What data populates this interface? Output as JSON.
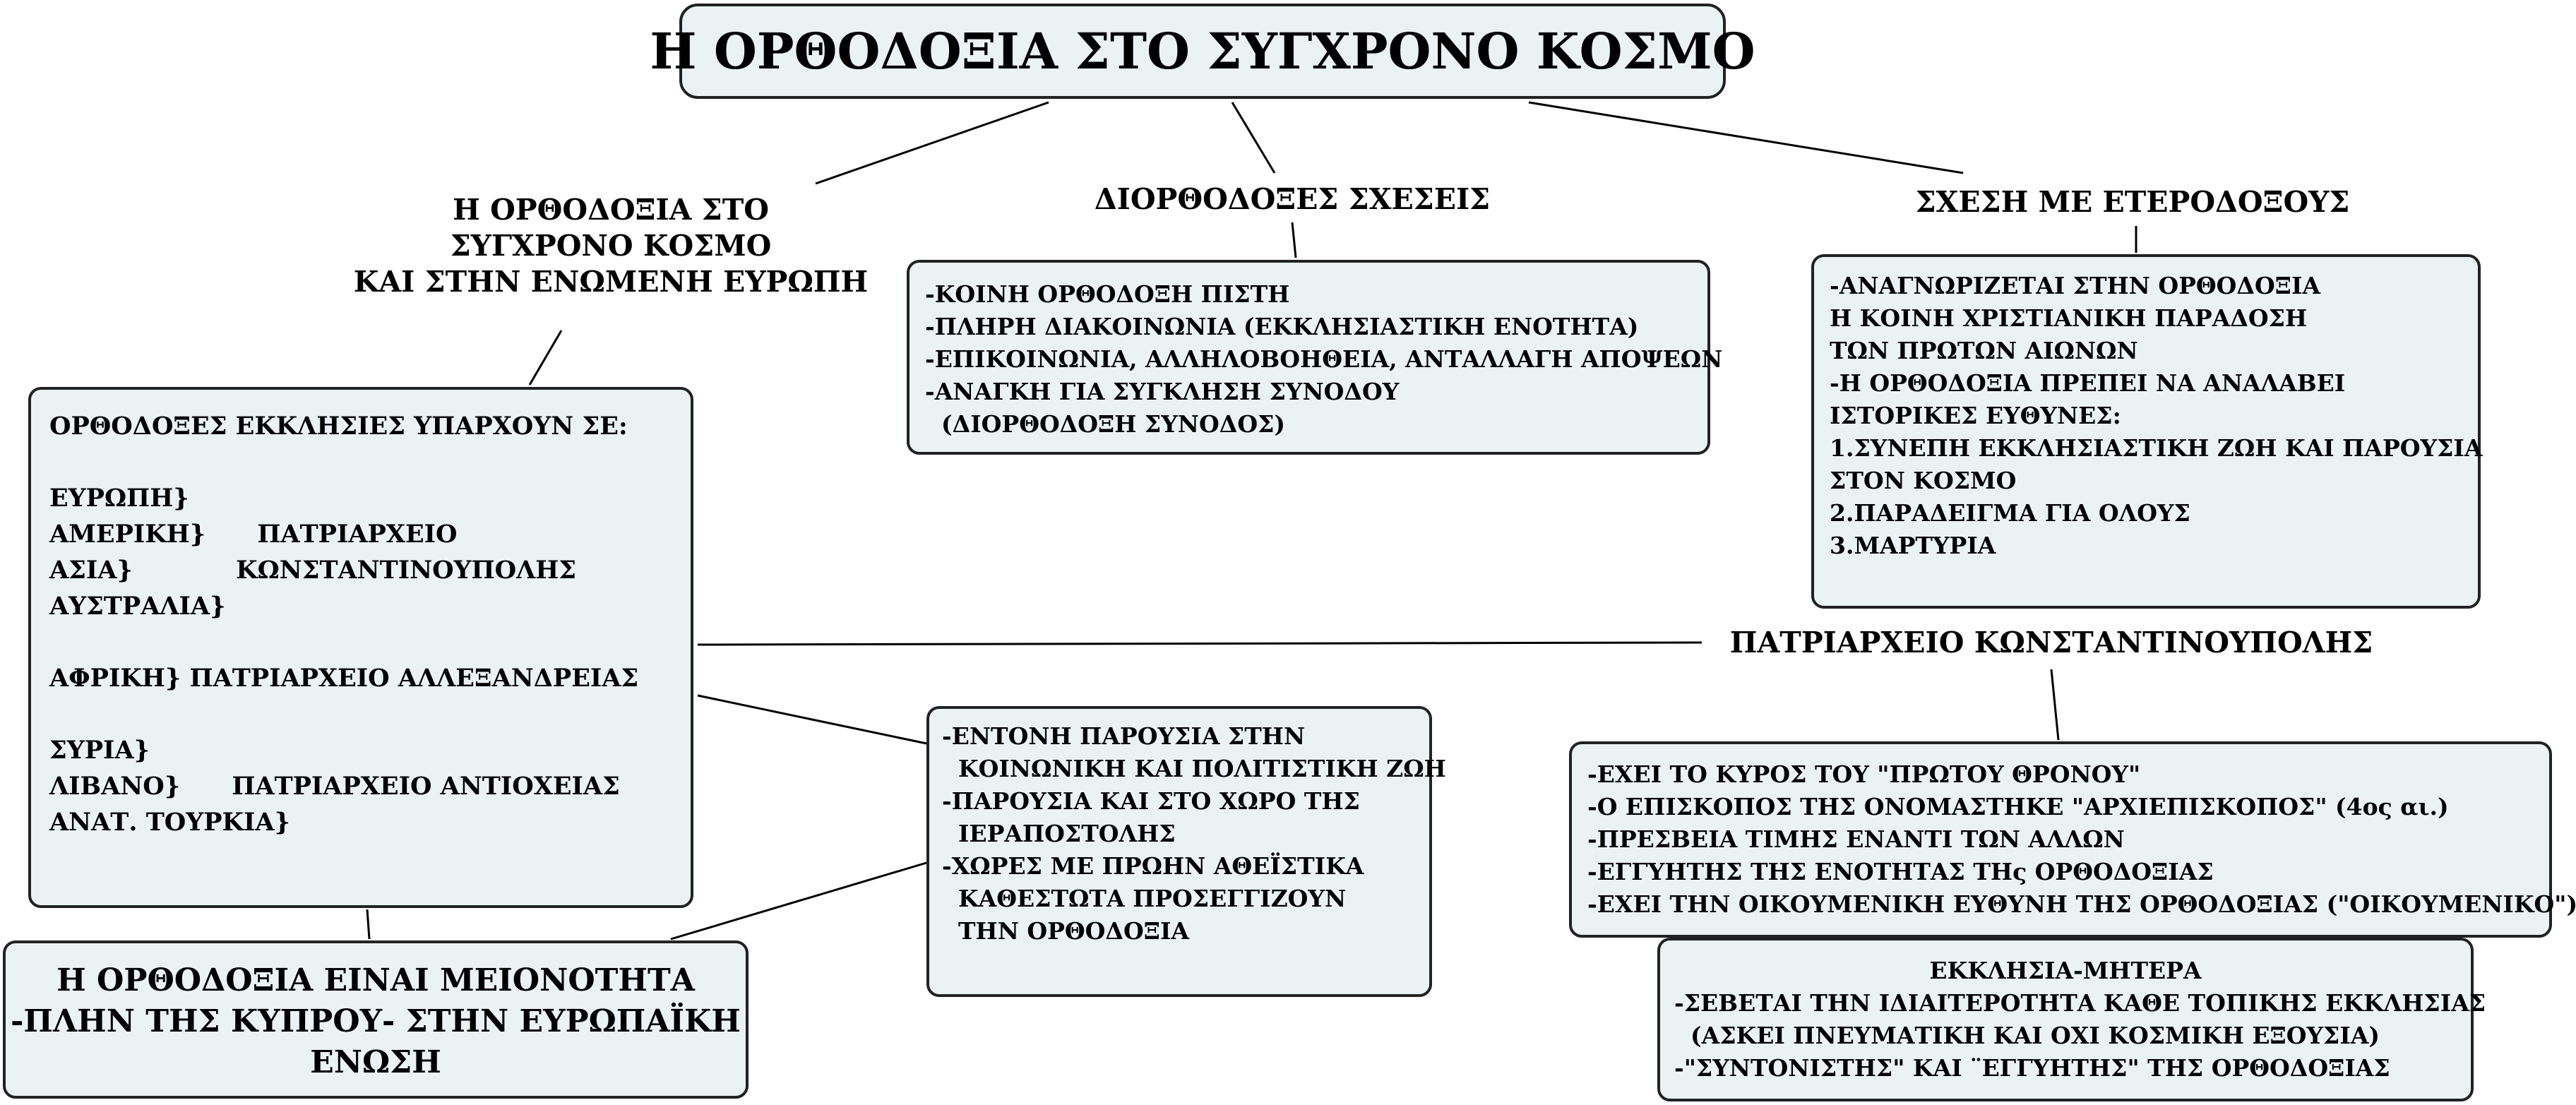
{
  "title": "Η ΟΡΘΟΔΟΞΙΑ ΣΤΟ ΣΥΓΧΡΟΝΟ ΚΟΣΜΟ",
  "branches": {
    "europe": [
      "Η ΟΡΘΟΔΟΞΙΑ ΣΤΟ",
      "ΣΥΓΧΡΟΝΟ ΚΟΣΜΟ",
      "ΚΑΙ ΣΤΗΝ ΕΝΩΜΕΝΗ ΕΥΡΩΠΗ"
    ],
    "interorthodox": "ΔΙΟΡΘΟΔΟΞΕΣ ΣΧΕΣΕΙΣ",
    "heterodox": "ΣΧΕΣΗ ΜΕ ΕΤΕΡΟΔΟΞΟΥΣ",
    "patriarchate": "ΠΑΤΡΙΑΡΧΕΙΟ ΚΩΝΣΤΑΝΤΙΝΟΥΠΟΛΗΣ"
  },
  "boxes": {
    "churches": [
      "ΟΡΘΟΔΟΞΕΣ ΕΚΚΛΗΣΙΕΣ ΥΠΑΡΧΟΥΝ ΣΕ:",
      "",
      "ΕΥΡΩΠΗ}",
      "ΑΜΕΡΙΚΗ}      ΠΑΤΡΙΑΡΧΕΙΟ",
      "ΑΣΙΑ}            ΚΩΝΣΤΑΝΤΙΝΟΥΠΟΛΗΣ",
      "ΑΥΣΤΡΑΛΙΑ}",
      "",
      "ΑΦΡΙΚΗ} ΠΑΤΡΙΑΡΧΕΙΟ ΑΛΛΕΞΑΝΔΡΕΙΑΣ",
      "",
      "ΣΥΡΙΑ}",
      "ΛΙΒΑΝΟ}      ΠΑΤΡΙΑΡΧΕΙΟ ΑΝΤΙΟΧΕΙΑΣ",
      "ΑΝΑΤ. ΤΟΥΡΚΙΑ}"
    ],
    "minority": [
      "Η ΟΡΘΟΔΟΞΙΑ ΕΙΝΑΙ ΜΕΙΟΝΟΤΗΤΑ",
      "-ΠΛΗΝ ΤΗΣ ΚΥΠΡΟΥ- ΣΤΗΝ ΕΥΡΩΠΑΪΚΗ",
      "ΕΝΩΣΗ"
    ],
    "presence": [
      "-ΕΝΤΟΝΗ ΠΑΡΟΥΣΙΑ ΣΤΗΝ",
      "  ΚΟΙΝΩΝΙΚΗ ΚΑΙ ΠΟΛΙΤΙΣΤΙΚΗ ΖΩΗ",
      "-ΠΑΡΟΥΣΙΑ ΚΑΙ ΣΤΟ ΧΩΡΟ ΤΗΣ",
      "  ΙΕΡΑΠΟΣΤΟΛΗΣ",
      "-ΧΩΡΕΣ ΜΕ ΠΡΩΗΝ ΑΘΕΪΣΤΙΚΑ",
      "  ΚΑΘΕΣΤΩΤΑ ΠΡΟΣΕΓΓΙΖΟΥΝ",
      "  ΤΗΝ ΟΡΘΟΔΟΞΙΑ"
    ],
    "interorthodox": [
      "-ΚΟΙΝΗ ΟΡΘΟΔΟΞΗ ΠΙΣΤΗ",
      "-ΠΛΗΡΗ ΔΙΑΚΟΙΝΩΝΙΑ (ΕΚΚΛΗΣΙΑΣΤΙΚΗ ΕΝΟΤΗΤΑ)",
      "-ΕΠΙΚΟΙΝΩΝΙΑ, ΑΛΛΗΛΟΒΟΗΘΕΙΑ, ΑΝΤΑΛΛΑΓΗ ΑΠΟΨΕΩΝ",
      "-ΑΝΑΓΚΗ ΓΙΑ ΣΥΓΚΛΗΣΗ ΣΥΝΟΔΟΥ",
      "  (ΔΙΟΡΘΟΔΟΞΗ ΣΥΝΟΔΟΣ)"
    ],
    "heterodox": [
      "-ΑΝΑΓΝΩΡΙΖΕΤΑΙ ΣΤΗΝ ΟΡΘΟΔΟΞΙΑ",
      "Η ΚΟΙΝΗ ΧΡΙΣΤΙΑΝΙΚΗ ΠΑΡΑΔΟΣΗ",
      "ΤΩΝ ΠΡΩΤΩΝ ΑΙΩΝΩΝ",
      "-Η ΟΡΘΟΔΟΞΙΑ ΠΡΕΠΕΙ ΝΑ ΑΝΑΛΑΒΕΙ",
      "ΙΣΤΟΡΙΚΕΣ ΕΥΘΥΝΕΣ:",
      "1.ΣΥΝΕΠΗ ΕΚΚΛΗΣΙΑΣΤΙΚΗ ΖΩΗ ΚΑΙ ΠΑΡΟΥΣΙΑ",
      "ΣΤΟΝ ΚΟΣΜΟ",
      "2.ΠΑΡΑΔΕΙΓΜΑ ΓΙΑ ΟΛΟΥΣ",
      "3.ΜΑΡΤΥΡΙΑ"
    ],
    "throne": [
      "-ΕΧΕΙ ΤΟ ΚΥΡΟΣ ΤΟΥ \"ΠΡΩΤΟΥ ΘΡΟΝΟΥ\"",
      "-Ο ΕΠΙΣΚΟΠΟΣ ΤΗΣ ΟΝΟΜΑΣΤΗΚΕ \"ΑΡΧΙΕΠΙΣΚΟΠΟΣ\" (4ος αι.)",
      "-ΠΡΕΣΒΕΙΑ ΤΙΜΗΣ ΕΝΑΝΤΙ ΤΩΝ ΑΛΛΩΝ",
      "-ΕΓΓΥΗΤΗΣ ΤΗΣ ΕΝΟΤΗΤΑΣ ΤΗς ΟΡΘΟΔΟΞΙΑΣ",
      "-ΕΧΕΙ ΤΗΝ ΟΙΚΟΥΜΕΝΙΚΗ ΕΥΘΥΝΗ ΤΗΣ ΟΡΘΟΔΟΞΙΑΣ (\"ΟΙΚΟΥΜΕΝΙΚΟ\")"
    ],
    "mother": [
      "ΕΚΚΛΗΣΙΑ-ΜΗΤΕΡΑ",
      "-ΣΕΒΕΤΑΙ ΤΗΝ ΙΔΙΑΙΤΕΡΟΤΗΤΑ ΚΑΘΕ ΤΟΠΙΚΗΣ ΕΚΚΛΗΣΙΑΣ",
      "  (ΑΣΚΕΙ ΠΝΕΥΜΑΤΙΚΗ ΚΑΙ ΟΧΙ ΚΟΣΜΙΚΗ ΕΞΟΥΣΙΑ)",
      "-\"ΣΥΝΤΟΝΙΣΤΗΣ\" ΚΑΙ ¨ΕΓΓΥΗΤΗΣ\" ΤΗΣ ΟΡΘΟΔΟΞΙΑΣ"
    ]
  }
}
